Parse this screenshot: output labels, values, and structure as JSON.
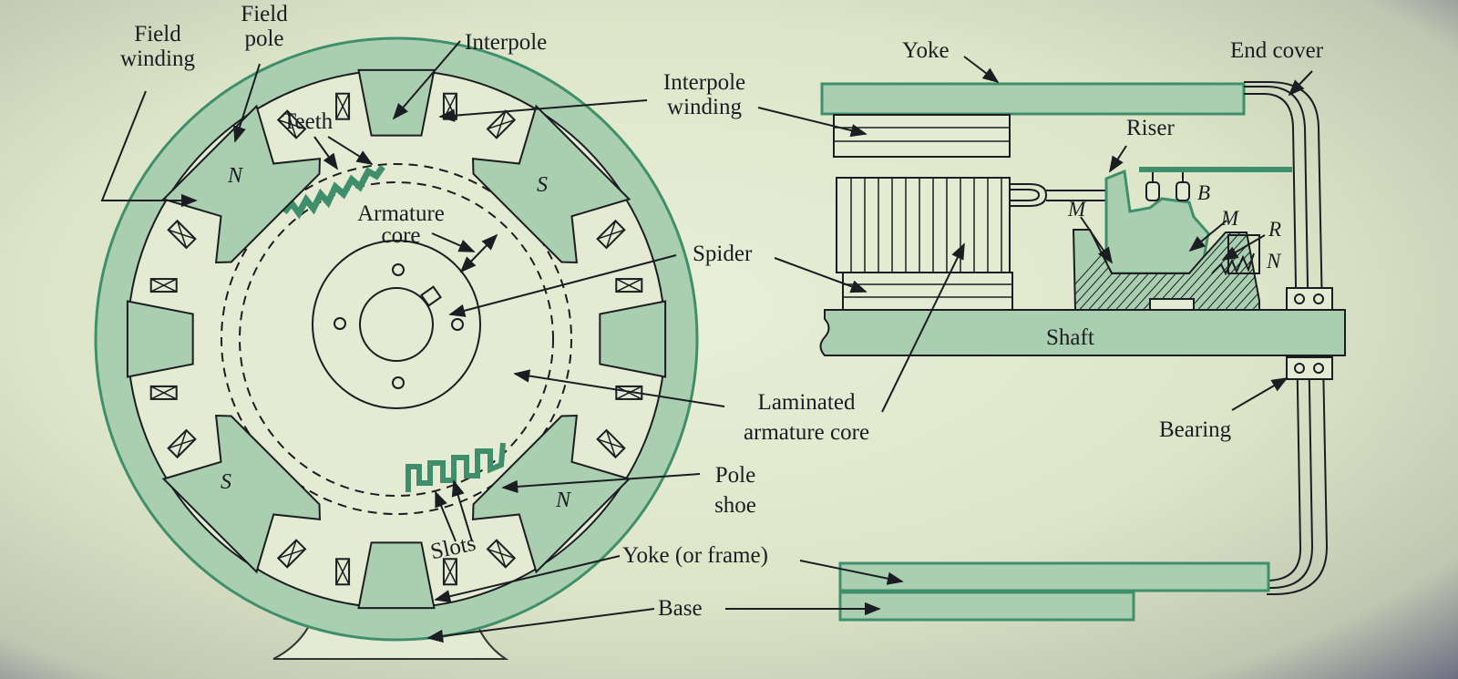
{
  "colors": {
    "paper": "#e4ebd2",
    "green": "#3f8f6c",
    "fill": "#a9cfb0",
    "ink": "#1c1d22"
  },
  "labels": {
    "field_winding": "Field\nwinding",
    "field_pole": "Field\npole",
    "interpole": "Interpole",
    "teeth": "Teeth",
    "armature_core": "Armature\ncore",
    "interpole_winding": "Interpole\nwinding",
    "spider": "Spider",
    "laminated_armature_core": "Laminated\narmature core",
    "pole_shoe": "Pole\nshoe",
    "slots": "Slots",
    "yoke_or_frame": "Yoke (or frame)",
    "base": "Base",
    "yoke": "Yoke",
    "end_cover": "End cover",
    "riser": "Riser",
    "shaft": "Shaft",
    "bearing": "Bearing",
    "b": "B",
    "m_left": "M",
    "m_right": "M",
    "r": "R",
    "n_right": "N"
  },
  "pole_letters": {
    "n_top_left": "N",
    "s_top_right": "S",
    "s_bottom_left": "S",
    "n_bottom_right": "N"
  }
}
